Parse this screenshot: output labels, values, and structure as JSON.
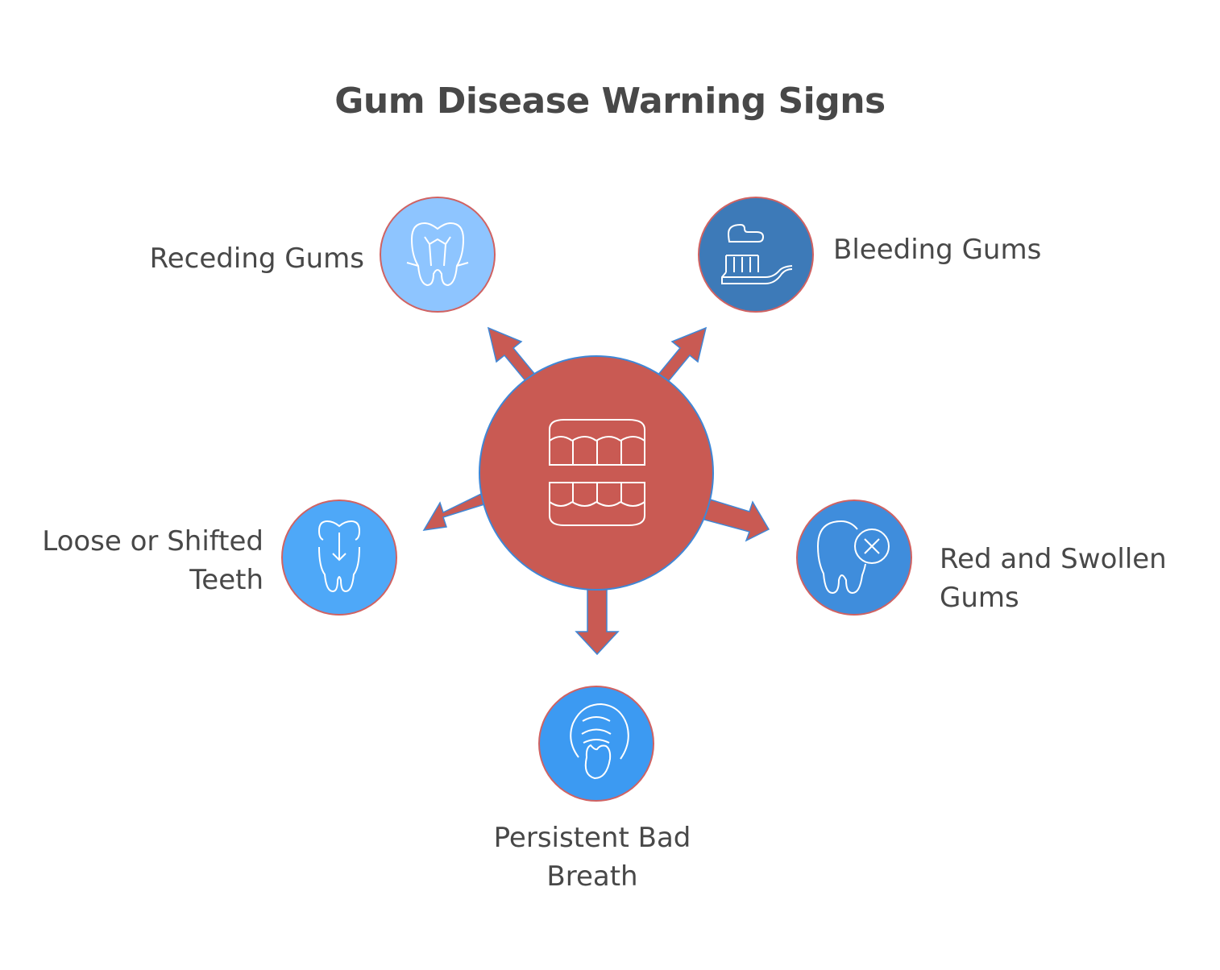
{
  "diagram": {
    "title": "Gum Disease Warning Signs",
    "hub": {
      "icon": "teeth-icon",
      "color": "#c95a53"
    },
    "signs": [
      {
        "id": "receding-gums",
        "lines": [
          "Receding Gums"
        ],
        "icon": "tooth-icon",
        "color": "#8ec5ff"
      },
      {
        "id": "bleeding-gums",
        "lines": [
          "Bleeding Gums"
        ],
        "icon": "toothbrush-icon",
        "color": "#3d7ab8"
      },
      {
        "id": "loose-or-shifted-teeth",
        "lines": [
          "Loose or Shifted",
          "Teeth"
        ],
        "icon": "tooth-down-arrow-icon",
        "color": "#4ea8f8"
      },
      {
        "id": "red-and-swollen-gums",
        "lines": [
          "Red and Swollen",
          "Gums"
        ],
        "icon": "tooth-x-icon",
        "color": "#3f8ddc"
      },
      {
        "id": "persistent-bad-breath",
        "lines": [
          "Persistent Bad",
          "Breath"
        ],
        "icon": "mouth-tongue-icon",
        "color": "#3c9af2"
      }
    ],
    "colors": {
      "ring": "#d06262",
      "arrow": "#c95a53",
      "arrow_outline": "#3f87d6",
      "icon_stroke": "#ffffff",
      "text": "#484848"
    }
  }
}
